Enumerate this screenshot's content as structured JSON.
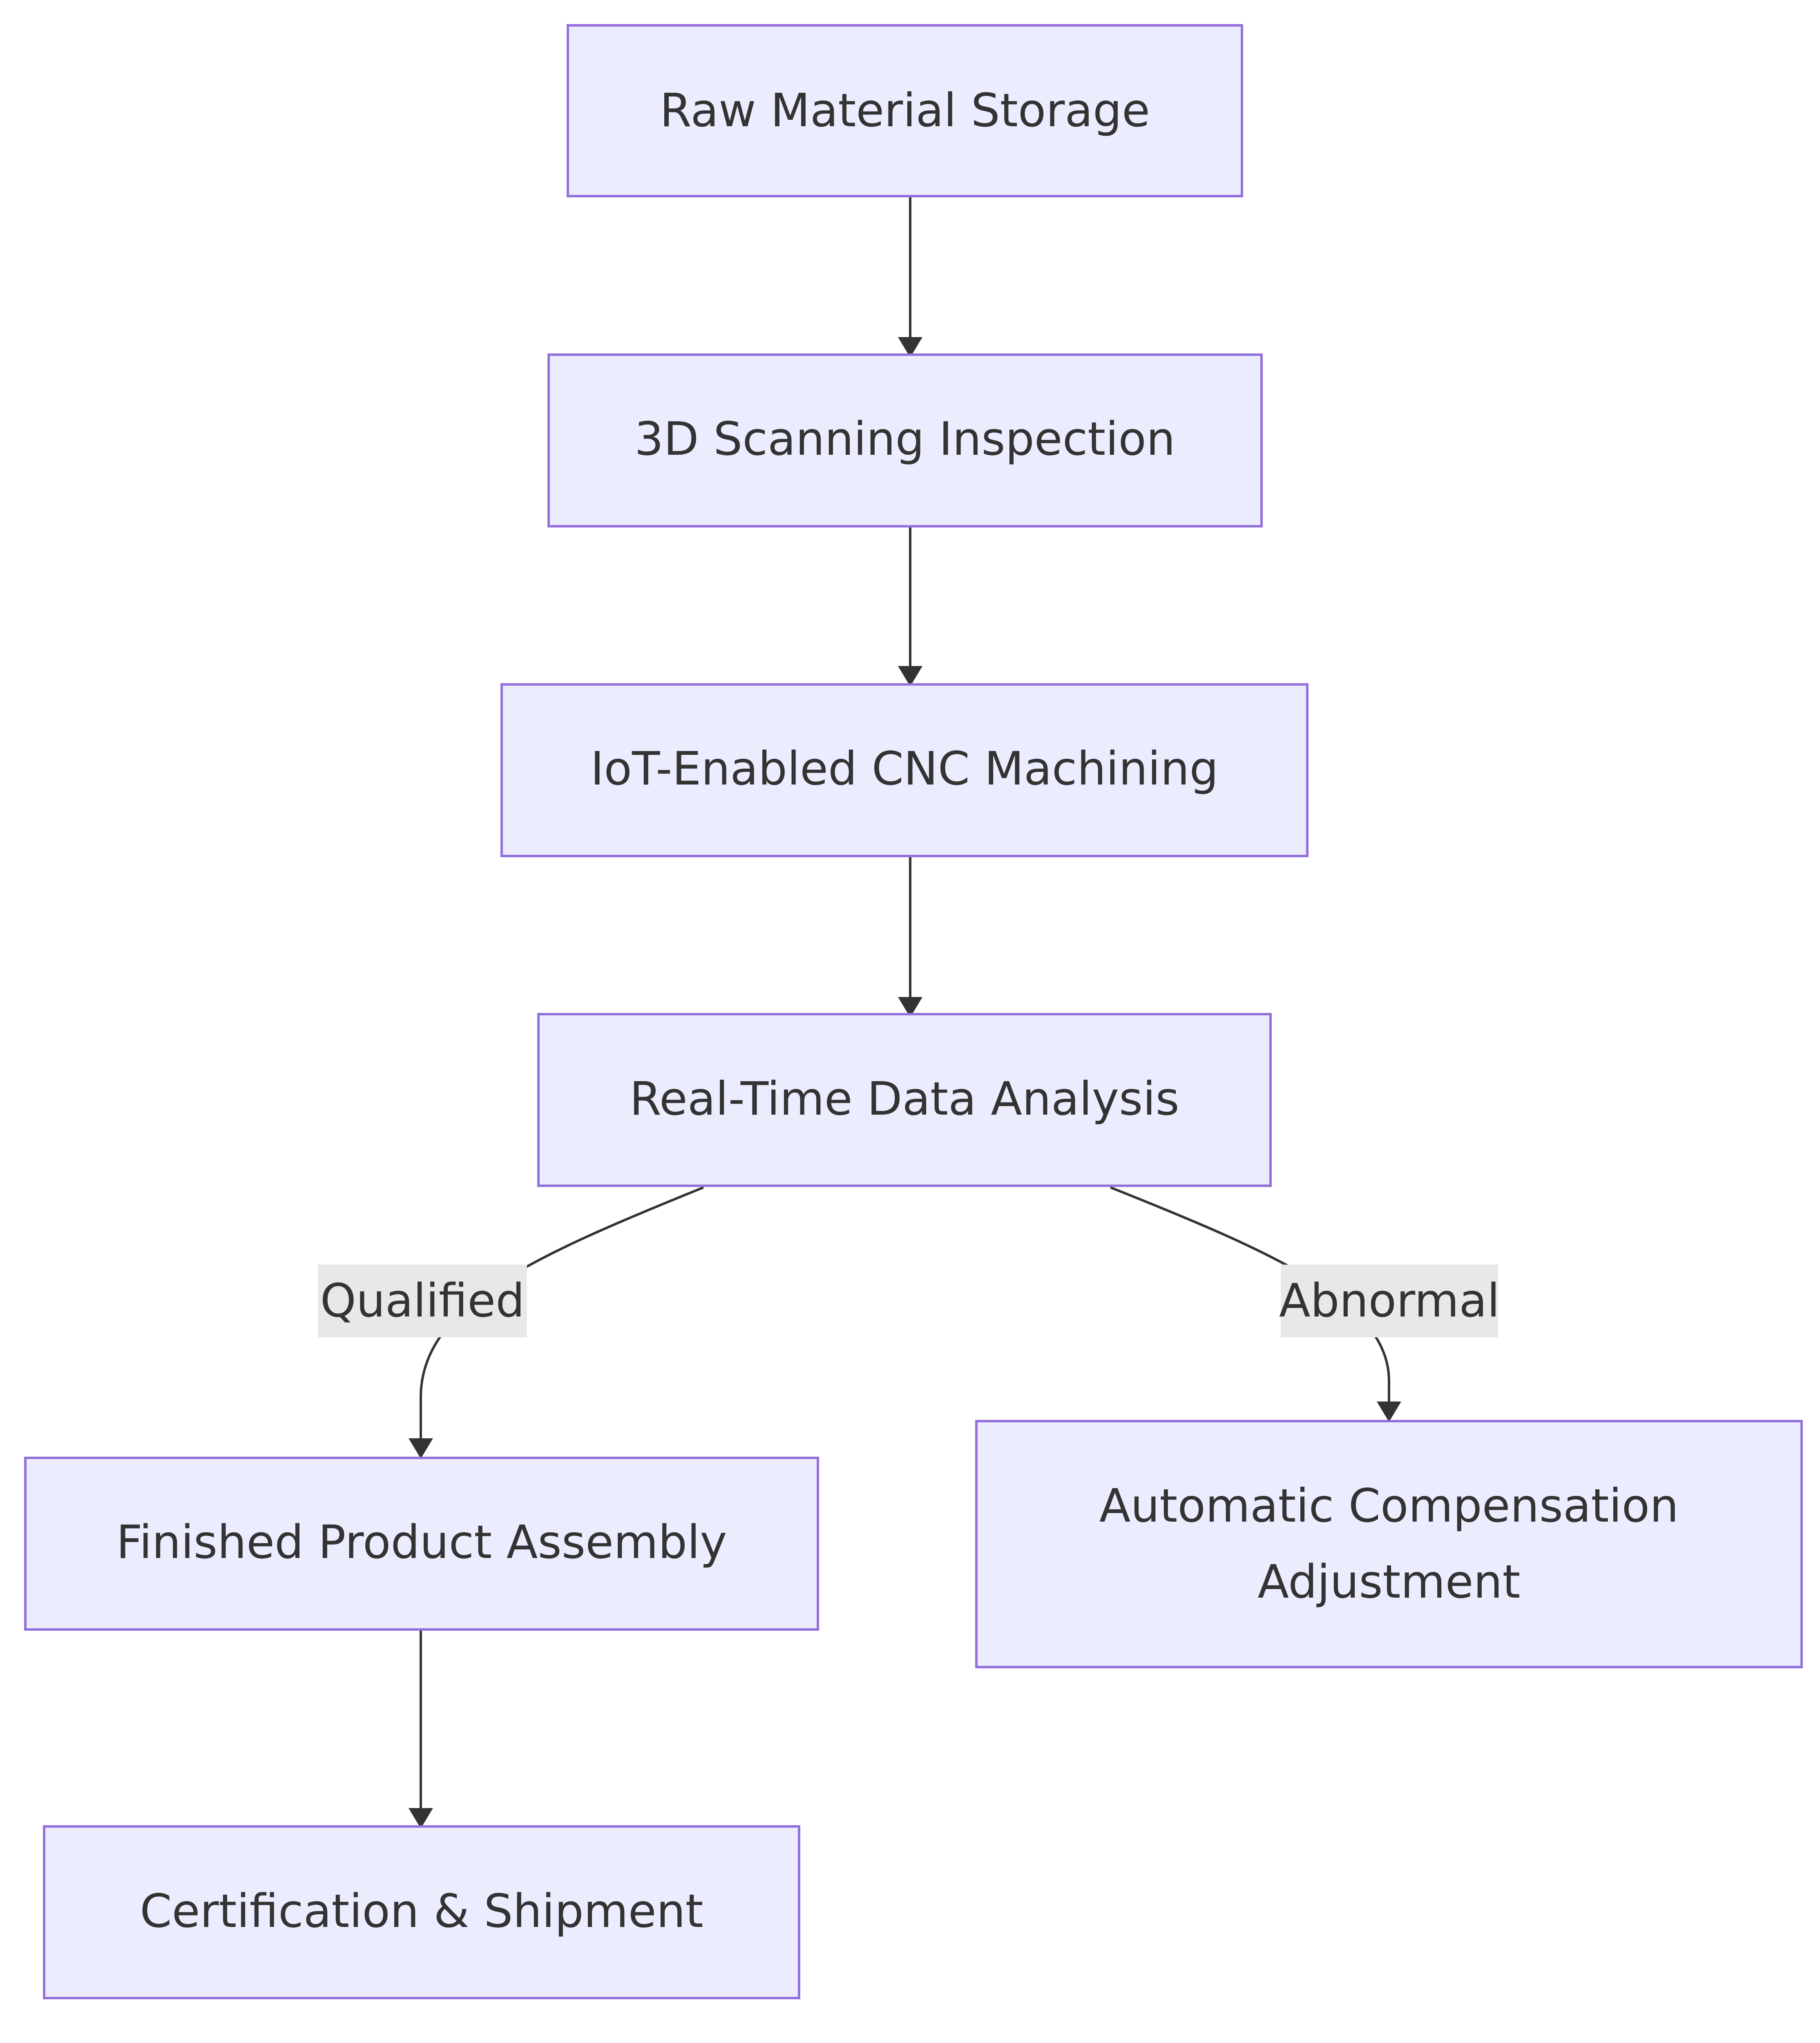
{
  "diagram": {
    "nodes": [
      {
        "id": "raw",
        "label": "Raw Material Storage"
      },
      {
        "id": "scan",
        "label": "3D Scanning Inspection"
      },
      {
        "id": "cnc",
        "label": "IoT-Enabled CNC Machining"
      },
      {
        "id": "analysis",
        "label": "Real-Time Data Analysis"
      },
      {
        "id": "assembly",
        "label": "Finished Product Assembly"
      },
      {
        "id": "compensation",
        "label": "Automatic Compensation Adjustment",
        "lines": [
          "Automatic Compensation",
          "Adjustment"
        ]
      },
      {
        "id": "cert",
        "label": "Certification & Shipment"
      }
    ],
    "edges": [
      {
        "from": "raw",
        "to": "scan",
        "label": ""
      },
      {
        "from": "scan",
        "to": "cnc",
        "label": ""
      },
      {
        "from": "cnc",
        "to": "analysis",
        "label": ""
      },
      {
        "from": "analysis",
        "to": "assembly",
        "label": "Qualified"
      },
      {
        "from": "analysis",
        "to": "compensation",
        "label": "Abnormal"
      },
      {
        "from": "assembly",
        "to": "cert",
        "label": ""
      }
    ],
    "colors": {
      "node_fill": "#ececff",
      "node_stroke": "#9370db",
      "edge": "#333333",
      "text": "#333333",
      "edge_label_bg": "#e8e8e8"
    }
  }
}
